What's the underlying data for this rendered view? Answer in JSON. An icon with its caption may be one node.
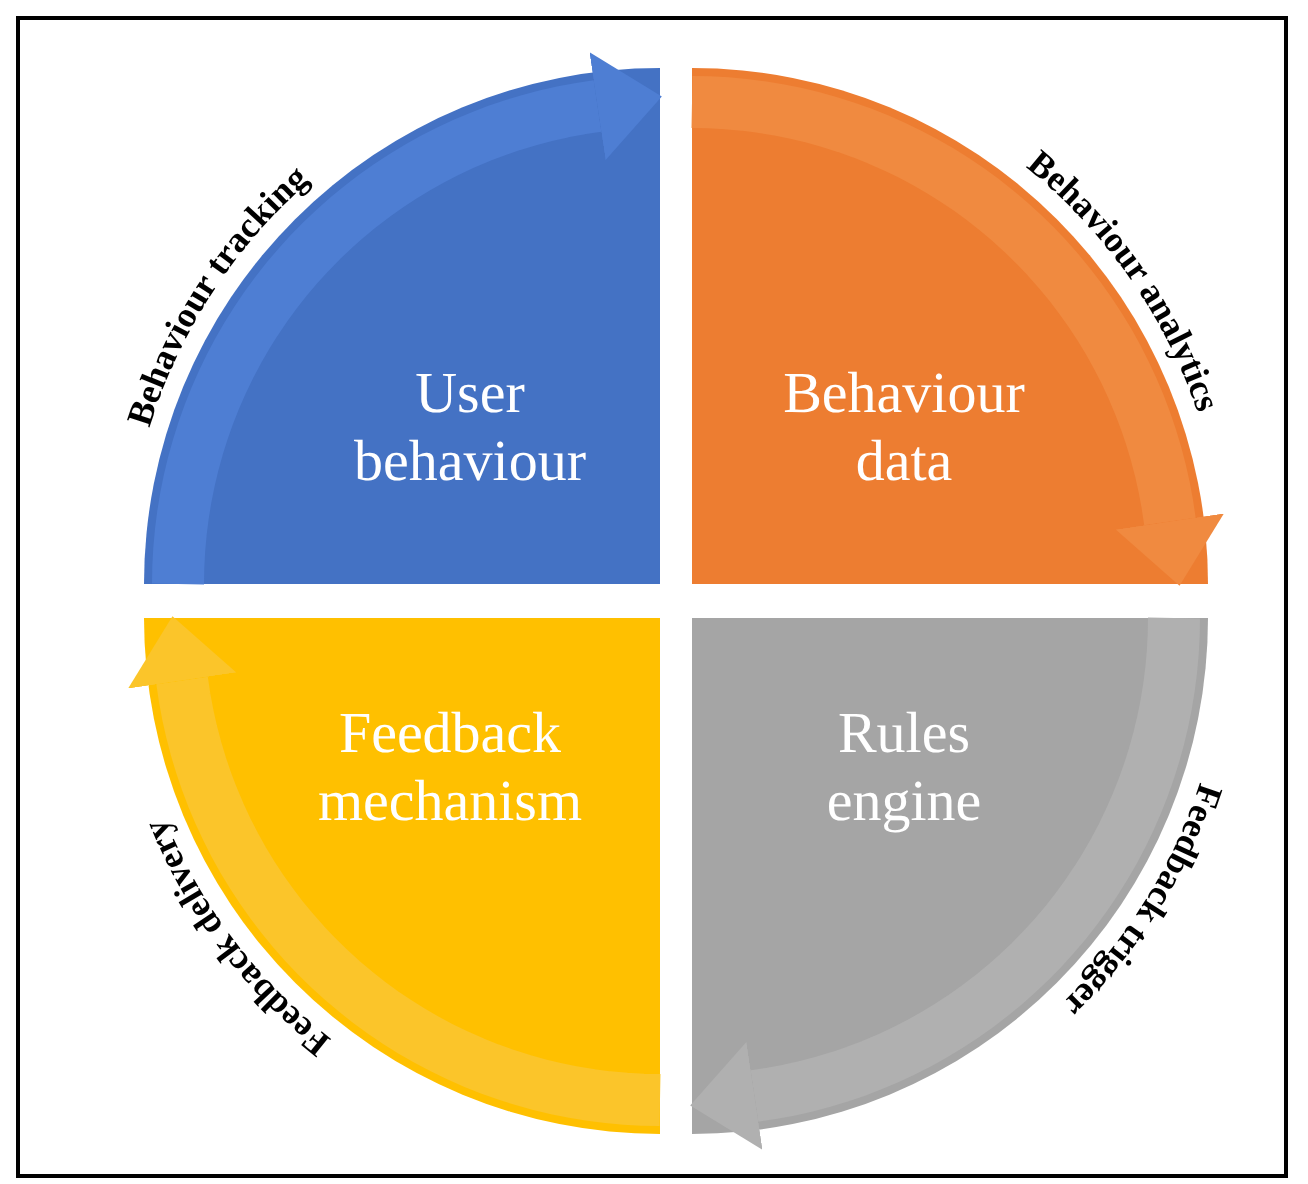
{
  "diagram": {
    "nodes": [
      {
        "text": [
          "User behaviour"
        ]
      },
      {
        "text": [
          "Behaviour data"
        ]
      },
      {
        "text": [
          "Feedback mechanism"
        ]
      },
      {
        "text": [
          "Rules engine"
        ]
      }
    ],
    "edges": [
      {
        "from": 0,
        "to": 1,
        "arrow": "to",
        "label": "Behaviour tracking",
        "color": "#4e7ed3"
      },
      {
        "from": 1,
        "to": 3,
        "arrow": "to",
        "label": "Behaviour analytics",
        "color": "#f08a40"
      },
      {
        "from": 3,
        "to": 2,
        "arrow": "to",
        "label": "Feedback trigger",
        "color": "#b0b0b0"
      },
      {
        "from": 2,
        "to": 0,
        "arrow": "to",
        "label": "Feedback delivery",
        "color": "#fbc52a"
      }
    ]
  }
}
